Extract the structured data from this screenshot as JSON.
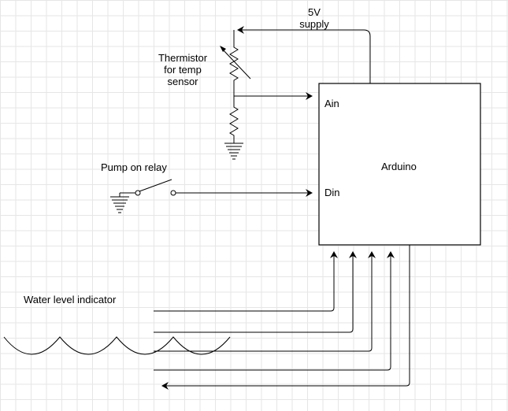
{
  "labels": {
    "supply_line1": "5V",
    "supply_line2": "supply",
    "thermistor_line1": "Thermistor",
    "thermistor_line2": "for temp",
    "thermistor_line3": "sensor",
    "pump": "Pump on relay",
    "water": "Water level indicator",
    "arduino": "Arduino",
    "ain": "Ain",
    "din": "Din"
  },
  "icons": [
    "ground-symbol",
    "resistor-symbol",
    "thermistor-symbol",
    "switch-symbol"
  ],
  "colors": {
    "stroke": "#000000",
    "grid": "#e6e6e6",
    "background": "#ffffff"
  }
}
